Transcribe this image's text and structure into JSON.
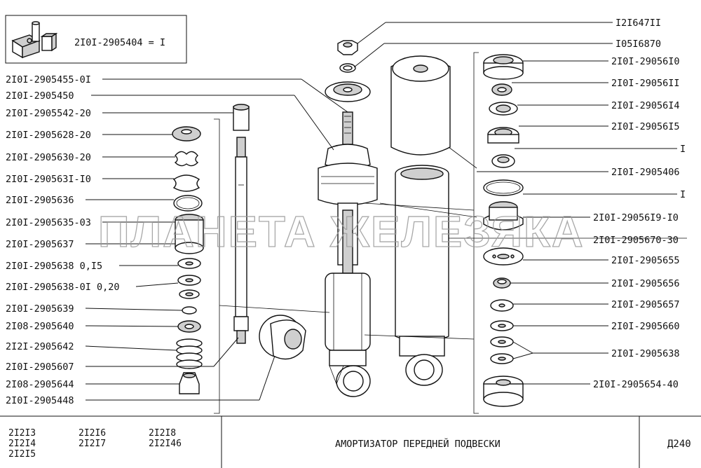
{
  "inset": {
    "label": "2I0I-2905404 = I",
    "icon": "kit-box-icon"
  },
  "callouts_right": [
    "I2I647II",
    "I05I6870",
    "2I0I-29056I0",
    "2I0I-29056II",
    "2I0I-29056I4",
    "2I0I-29056I5",
    "I",
    "2I0I-2905406",
    "I",
    "2I0I-29056I9-I0",
    "2I0I-2905670-30",
    "2I0I-2905655",
    "2I0I-2905656",
    "2I0I-2905657",
    "2I0I-2905660",
    "2I0I-2905638",
    "2I0I-2905654-40"
  ],
  "callouts_left": [
    "2I0I-2905455-0I",
    "2I0I-2905450",
    "2I0I-2905542-20",
    "2I0I-2905628-20",
    "2I0I-2905630-20",
    "2I0I-290563I-I0",
    "2I0I-2905636",
    "2I0I-2905635-03",
    "2I0I-2905637",
    "2I0I-2905638 0,I5",
    "2I0I-2905638-0I 0,20",
    "2I0I-2905639",
    "2I08-2905640",
    "2I2I-2905642",
    "2I0I-2905607",
    "2I08-2905644",
    "2I0I-2905448"
  ],
  "watermark": "ПЛАНЕТА ЖЕЛЕЗЯКА",
  "footer": {
    "models_col1": [
      "2I2I3",
      "2I2I4",
      "2I2I5"
    ],
    "models_col2": [
      "2I2I6",
      "2I2I7"
    ],
    "models_col3": [
      "2I2I8",
      "2I2I46"
    ],
    "title": "АМОРТИЗАТОР   ПЕРЕДНЕЙ   ПОДВЕСКИ",
    "code": "Д240"
  }
}
